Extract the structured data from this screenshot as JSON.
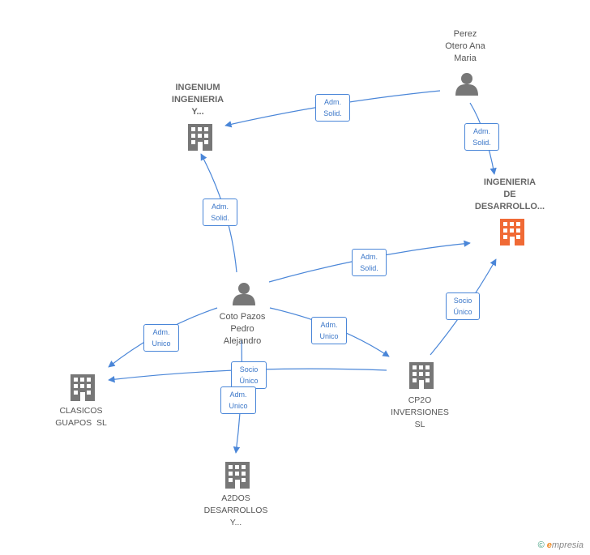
{
  "colors": {
    "edge": "#4a86d8",
    "company": "#777777",
    "highlight": "#f06a35",
    "person": "#777777"
  },
  "nodes": {
    "perez": {
      "type": "person",
      "label_lines": [
        "Perez",
        "Otero Ana",
        "Maria"
      ]
    },
    "ingenium": {
      "type": "company",
      "label_lines": [
        "INGENIUM",
        "INGENIERIA",
        "Y..."
      ]
    },
    "ingenieria": {
      "type": "company",
      "highlight": true,
      "label_lines": [
        "INGENIERIA",
        "DE",
        "DESARROLLO..."
      ]
    },
    "coto": {
      "type": "person",
      "label_lines": [
        "Coto Pazos",
        "Pedro",
        "Alejandro"
      ]
    },
    "clasicos": {
      "type": "company",
      "label_lines": [
        "CLASICOS",
        "GUAPOS  SL"
      ]
    },
    "cp2o": {
      "type": "company",
      "label_lines": [
        "CP2O",
        "INVERSIONES",
        "SL"
      ]
    },
    "a2dos": {
      "type": "company",
      "label_lines": [
        "A2DOS",
        "DESARROLLOS",
        "Y..."
      ]
    }
  },
  "edges": [
    {
      "id": "perez-ingenium",
      "lines": [
        "Adm.",
        "Solid."
      ]
    },
    {
      "id": "perez-ingenieria",
      "lines": [
        "Adm.",
        "Solid."
      ]
    },
    {
      "id": "coto-ingenium",
      "lines": [
        "Adm.",
        "Solid."
      ]
    },
    {
      "id": "coto-ingenieria",
      "lines": [
        "Adm.",
        "Solid."
      ]
    },
    {
      "id": "cp2o-ingenieria",
      "lines": [
        "Socio",
        "Único"
      ]
    },
    {
      "id": "coto-cp2o",
      "lines": [
        "Adm.",
        "Unico"
      ]
    },
    {
      "id": "coto-clasicos",
      "lines": [
        "Adm.",
        "Unico"
      ]
    },
    {
      "id": "cp2o-clasicos",
      "lines": [
        "Socio",
        "Único"
      ]
    },
    {
      "id": "coto-a2dos",
      "lines": [
        "Adm.",
        "Unico"
      ]
    }
  ],
  "footer": {
    "copyright_symbol": "©",
    "brand_initial": "e",
    "brand_rest": "mpresia"
  }
}
